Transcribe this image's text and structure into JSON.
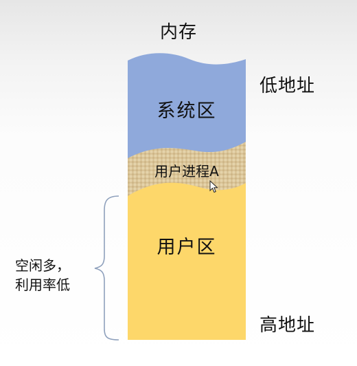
{
  "title": "内存",
  "address": {
    "low": "低地址",
    "high": "高地址"
  },
  "regions": {
    "system": "系统区",
    "process_a": "用户进程A",
    "user": "用户区"
  },
  "note": {
    "line1": "空闲多，",
    "line2": "利用率低"
  },
  "colors": {
    "system": "#8fa9db",
    "process_a": "#dcc79a",
    "user": "#fdd76a",
    "brace": "#8ea0bc"
  }
}
